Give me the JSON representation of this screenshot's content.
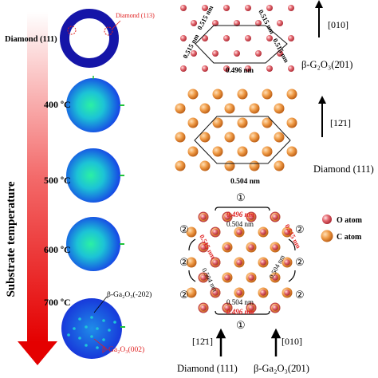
{
  "left": {
    "axis_label": "Substrate temperature",
    "rows": [
      {
        "label": "Diamond (111)"
      },
      {
        "label": "400 ºC"
      },
      {
        "label": "500 ºC"
      },
      {
        "label": "600 ºC"
      },
      {
        "label": "700 ºC"
      }
    ],
    "top_annotation": "Diamond (113)",
    "bottom_annotations": {
      "upper": "β-Ga₂O₃(-202)",
      "lower": "β-Ga₂O₃(002)"
    }
  },
  "panel_a": {
    "diag_labels": [
      "0.515 nm",
      "0.515 nm",
      "0.515 nm",
      "0.515 nm"
    ],
    "bottom_label": "0.496 nm",
    "direction": "[010]",
    "name": "β-G₂O₃(2̄01)"
  },
  "panel_b": {
    "direction": "[12̄1]",
    "bottom_label": "0.504 nm",
    "name": "Diamond (111)"
  },
  "panel_c": {
    "top_red": "0.496 nm",
    "top_black": "0.504 nm",
    "bottom_black": "0.504 nm",
    "bottom_red": "0.496 nm",
    "left_red": "0.515 nm",
    "left_black": "0.504 nm",
    "right_red": "0.515 nm",
    "right_black": "0.504 nm",
    "marker_1": "①",
    "marker_2": "②",
    "legend": [
      {
        "label": "O atom",
        "color": "#e05560"
      },
      {
        "label": "C atom",
        "color": "#e88a3a"
      }
    ],
    "arrow_left_label": "[12̄1]",
    "arrow_right_label": "[010]",
    "bottom_left_name": "Diamond (111)",
    "bottom_right_name": "β-Ga₂O₃(2̄01)"
  },
  "colors": {
    "o_atom": "#e05560",
    "c_atom": "#e88a3a",
    "red_label": "#e02020",
    "ring": "#1515a8"
  }
}
